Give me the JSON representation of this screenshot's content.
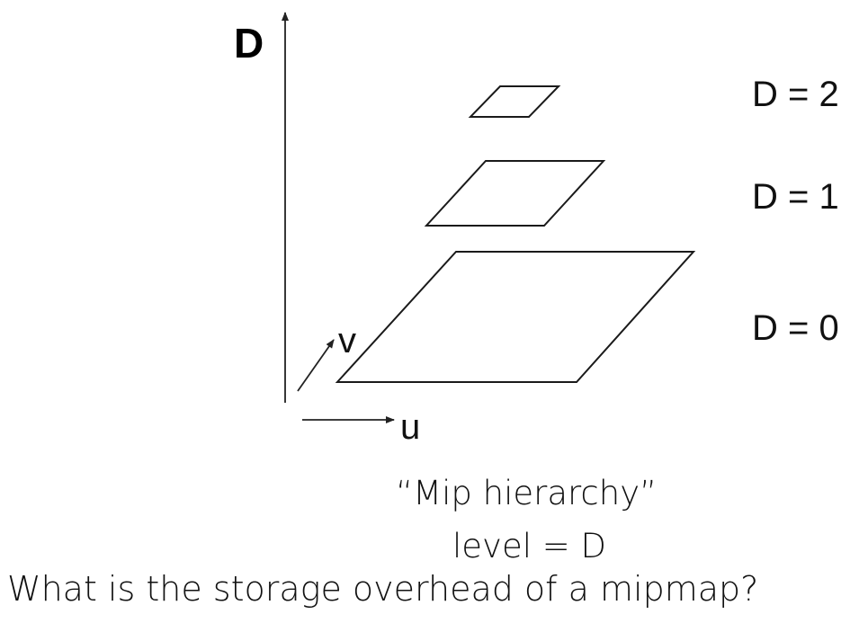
{
  "diagram": {
    "axis_vertical_label": "D",
    "axis_u_label": "u",
    "axis_v_label": "v",
    "levels": [
      {
        "label": "D = 2"
      },
      {
        "label": "D = 1"
      },
      {
        "label": "D = 0"
      }
    ]
  },
  "caption": {
    "line1": "“Mip hierarchy”",
    "line2": "level = D"
  },
  "question": "What is the storage overhead of a mipmap?"
}
